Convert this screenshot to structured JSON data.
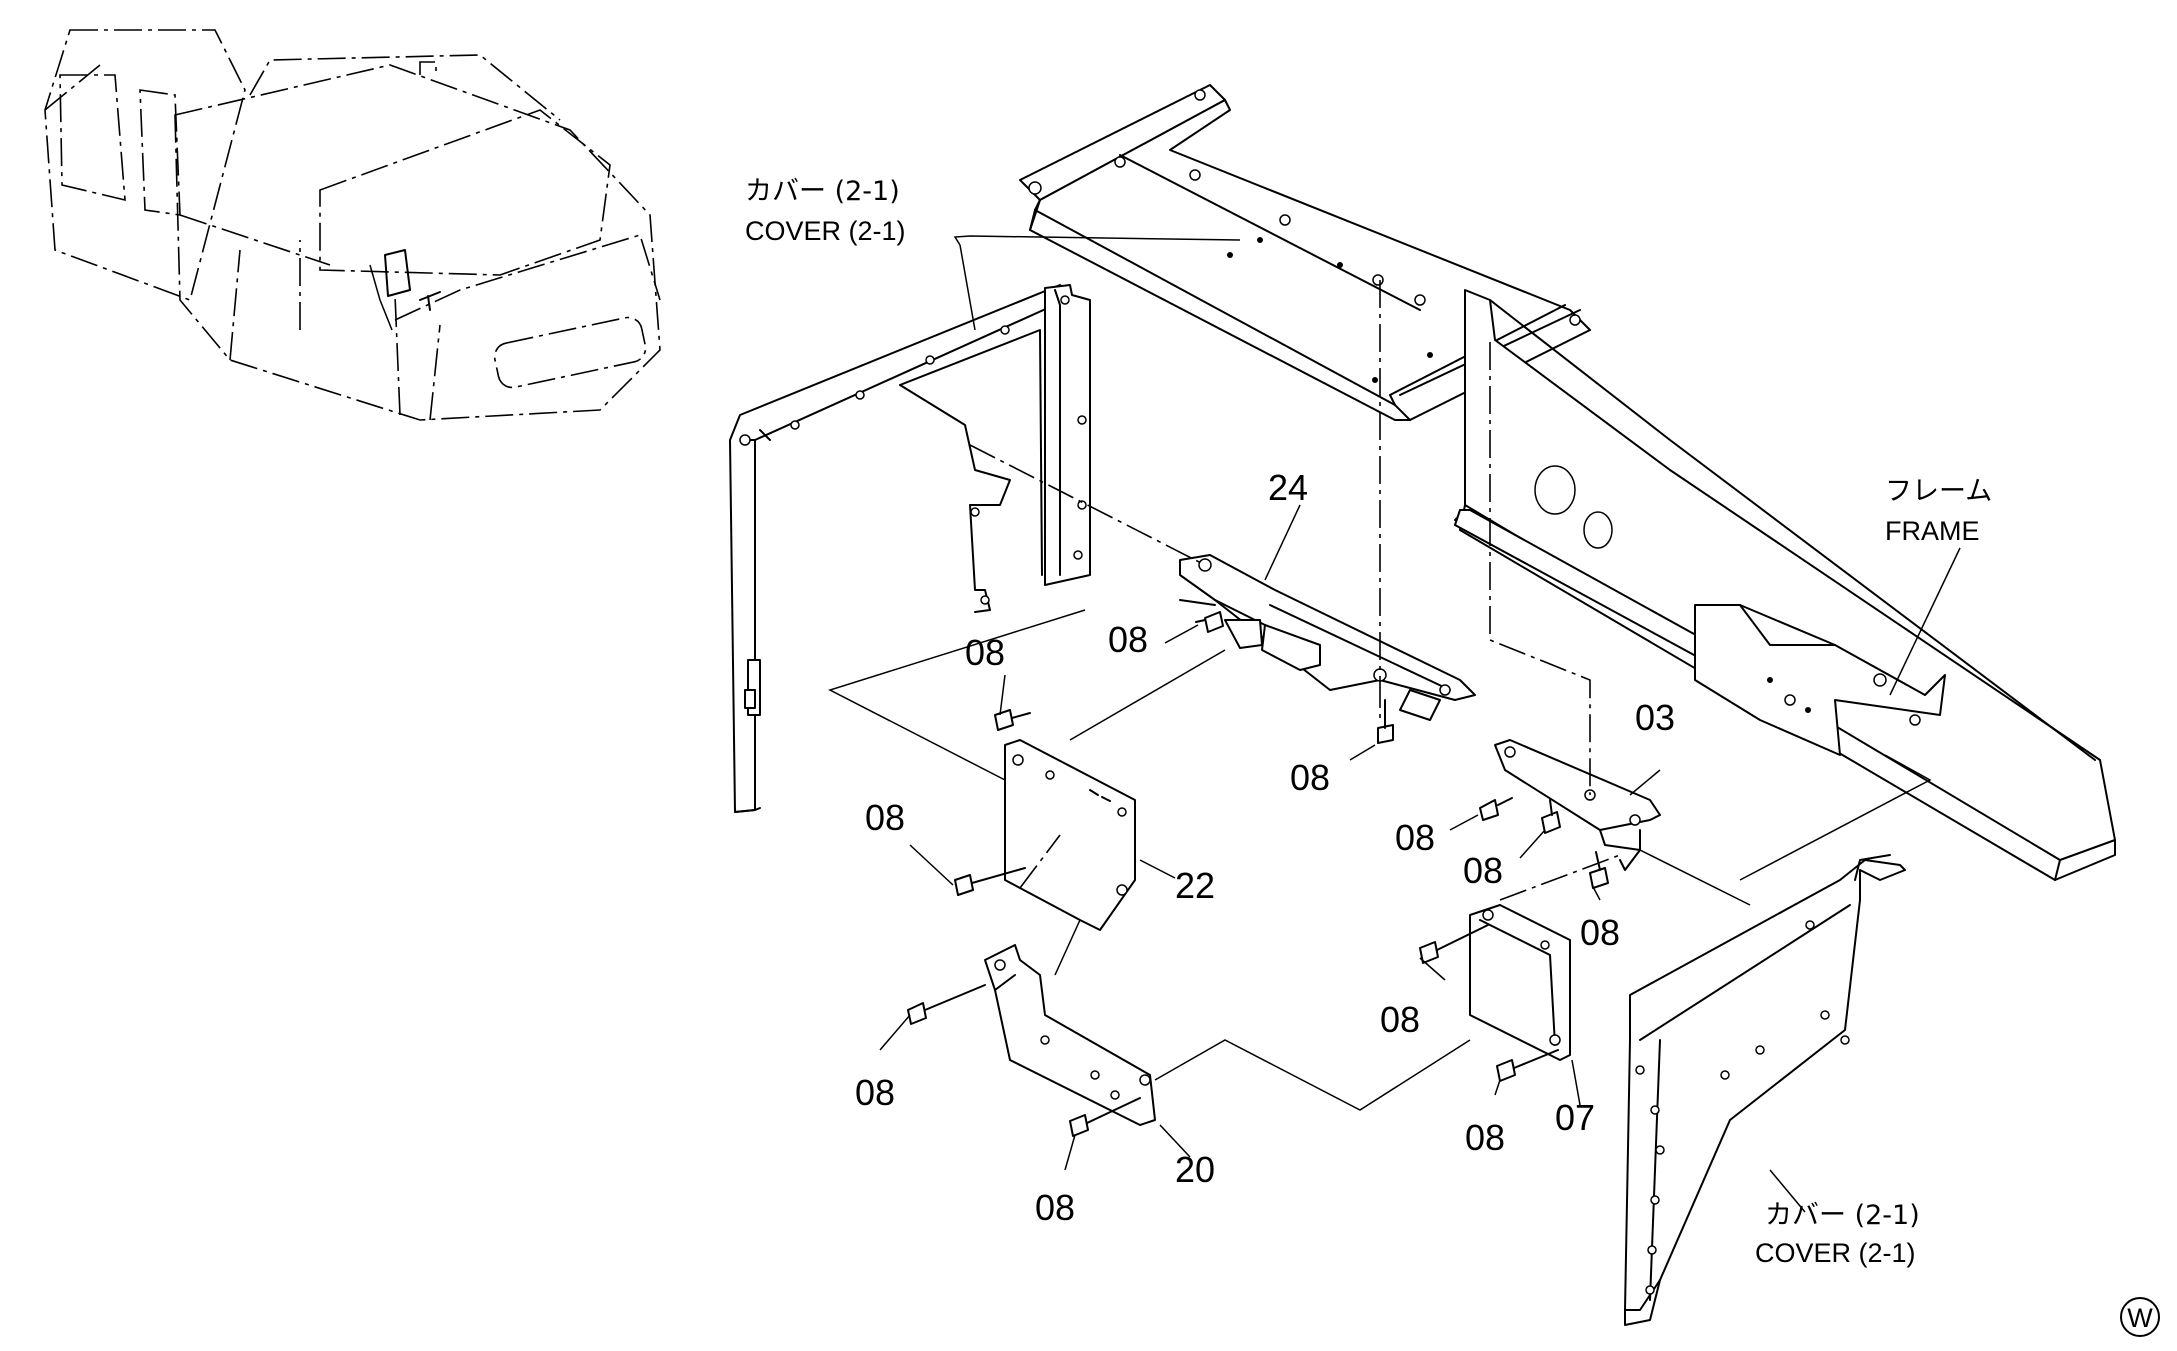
{
  "labels": {
    "cover_top_jp": "カバー (2-1)",
    "cover_top_en": "COVER (2-1)",
    "cover_bottom_jp": "カバー (2-1)",
    "cover_bottom_en": "COVER (2-1)",
    "frame_jp": "フレーム",
    "frame_en": "FRAME",
    "w_mark": "W"
  },
  "callouts": {
    "p24": "24",
    "p03": "03",
    "p22": "22",
    "p20": "20",
    "p07": "07",
    "p08": "08"
  }
}
